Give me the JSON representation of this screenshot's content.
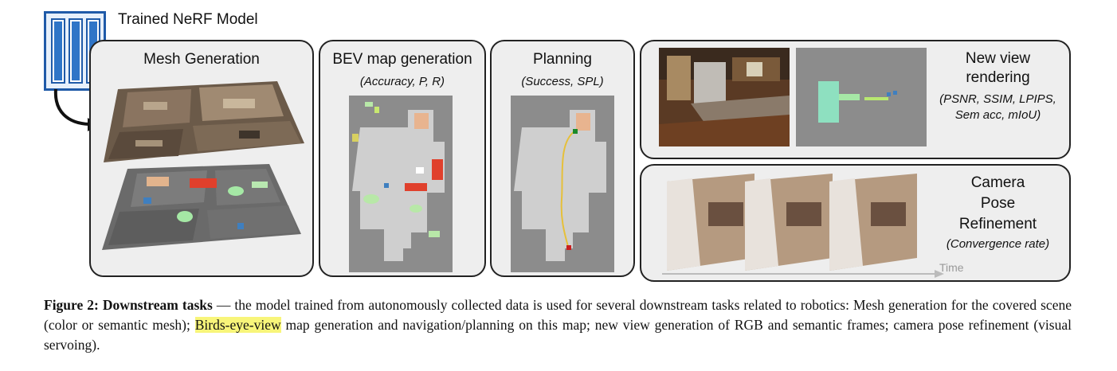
{
  "model": {
    "label": "Trained NeRF Model"
  },
  "panels": {
    "mesh": {
      "title": "Mesh Generation"
    },
    "bev": {
      "title": "BEV map generation",
      "metrics": "(Accuracy, P, R)"
    },
    "planning": {
      "title": "Planning",
      "metrics": "(Success, SPL)"
    },
    "render": {
      "title_line1": "New view",
      "title_line2": "rendering",
      "metrics_line1": "(PSNR, SSIM, LPIPS,",
      "metrics_line2": "Sem acc, mIoU)"
    },
    "pose": {
      "title_line1": "Camera",
      "title_line2": "Pose",
      "title_line3": "Refinement",
      "metrics": "(Convergence rate)",
      "time_label": "Time"
    }
  },
  "caption": {
    "figure_label": "Figure 2: Downstream tasks",
    "text_a": " — the model trained from autonomously collected data is used for several downstream tasks related to robotics: Mesh generation for the covered scene (color or semantic mesh); ",
    "highlight": "Birds-eye-view",
    "text_b": " map generation and navigation/planning on this map; new view generation of RGB and semantic frames; camera pose refinement (visual servoing)."
  },
  "colors": {
    "panel_bg": "#eeeeee",
    "map_floor": "#cfcfcf",
    "map_bg": "#8c8c8c",
    "path": "#e6c03a",
    "highlight": "#f8f57a",
    "model_blue": "#2f75c7"
  }
}
